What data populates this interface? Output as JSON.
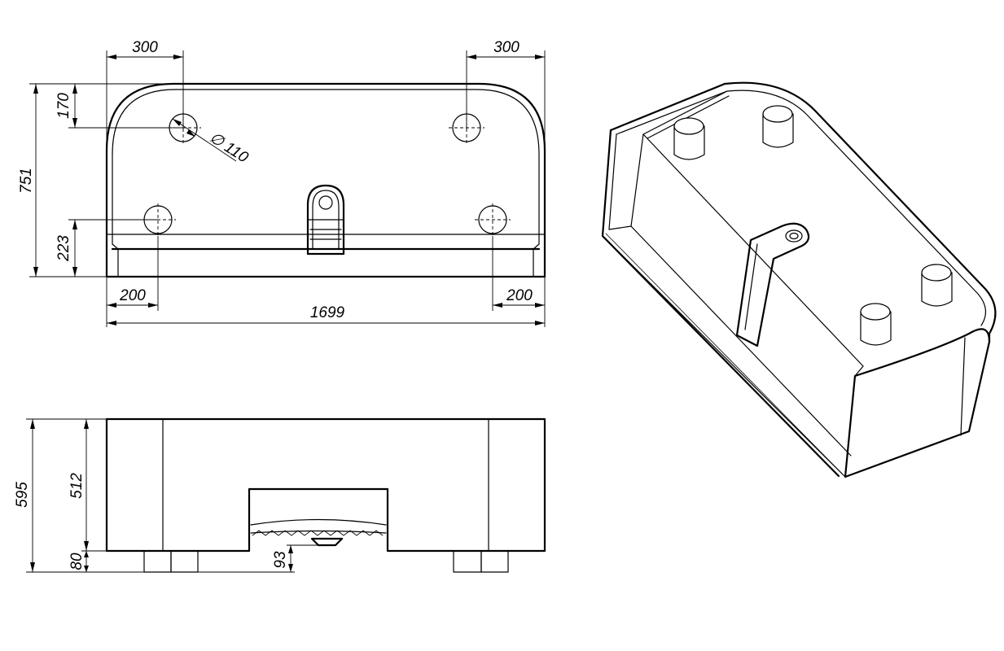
{
  "colors": {
    "line": "#000000",
    "background": "#ffffff"
  },
  "top_view": {
    "dim_left_300": "300",
    "dim_right_300": "300",
    "dim_170": "170",
    "dim_751": "751",
    "dim_223": "223",
    "dim_hole": "∅ 110",
    "dim_left_200": "200",
    "dim_right_200": "200",
    "dim_1699": "1699"
  },
  "side_view": {
    "dim_595": "595",
    "dim_512": "512",
    "dim_80": "80",
    "dim_93": "93"
  }
}
